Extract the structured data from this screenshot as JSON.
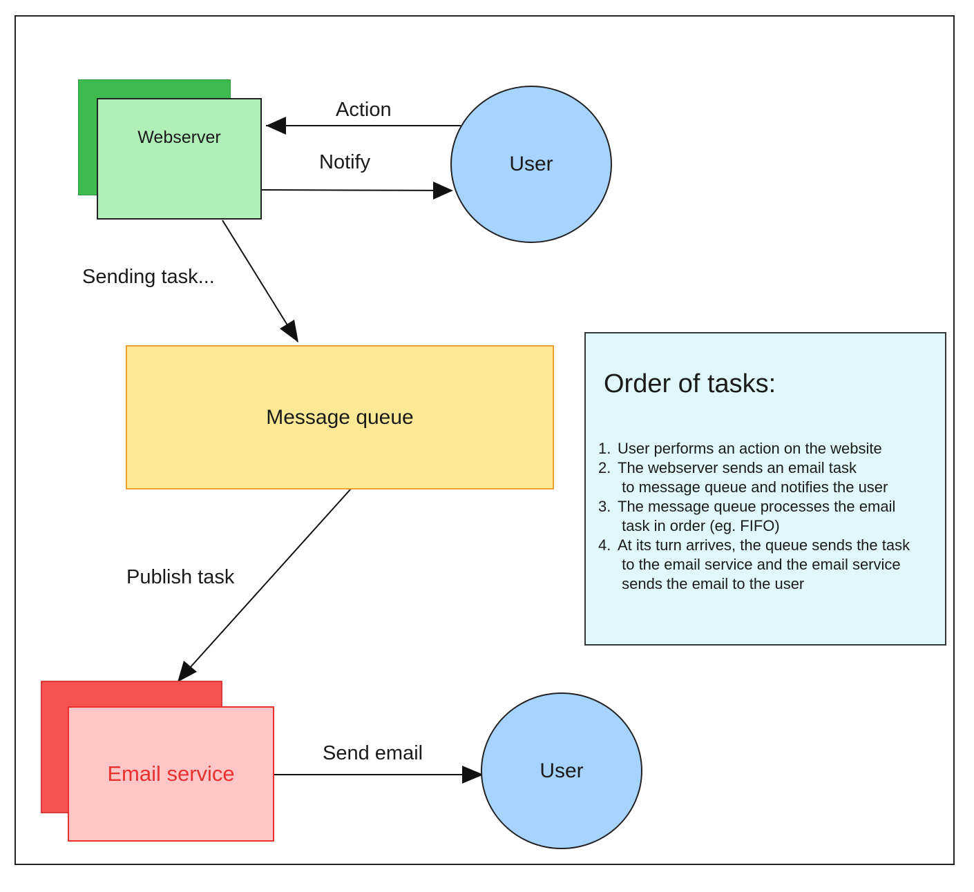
{
  "nodes": {
    "webserver": {
      "label": "Webserver",
      "back_color": "#3ebb4f",
      "front_color": "#b0f0b8"
    },
    "user_top": {
      "label": "User",
      "color": "#a6d4ff"
    },
    "message_queue": {
      "label": "Message queue",
      "color": "#fde995",
      "border_color": "#f0a030"
    },
    "email_service": {
      "label": "Email service",
      "back_color": "#f75252",
      "front_color": "#ffc6c8",
      "text_color": "#e8302f"
    },
    "user_bottom": {
      "label": "User",
      "color": "#a6d4ff"
    }
  },
  "edges": {
    "action": "Action",
    "notify": "Notify",
    "sending_task": "Sending task...",
    "publish_task": "Publish task",
    "send_email": "Send email"
  },
  "note": {
    "title": "Order of tasks:",
    "items": [
      {
        "num": "1.",
        "text": "User performs an action on the website"
      },
      {
        "num": "2.",
        "text": "The webserver sends an email task\n to message queue and notifies the user"
      },
      {
        "num": "3.",
        "text": "The message queue processes the email\n task in order (eg. FIFO)"
      },
      {
        "num": "4.",
        "text": "At its turn arrives, the queue sends the task\n to the email service and the email service\n sends the email to the user"
      }
    ],
    "color": "#e0f8fb"
  }
}
